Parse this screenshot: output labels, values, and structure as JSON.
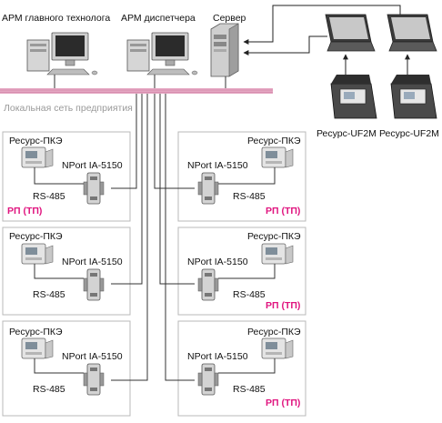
{
  "top": {
    "arm_chief_label": "АРМ главного технолога",
    "arm_dispatcher_label": "АРМ диспетчера",
    "server_label": "Сервер",
    "lan_label": "Локальная сеть предприятия",
    "uf2m_labels": [
      "Ресурс-UF2M",
      "Ресурс-UF2M"
    ]
  },
  "substations": [
    {
      "device": "Ресурс-ПКЭ",
      "nport": "NPort IA-5150",
      "rs485": "RS-485",
      "rp": "РП (ТП)"
    },
    {
      "device": "Ресурс-ПКЭ",
      "nport": "NPort IA-5150",
      "rs485": "RS-485",
      "rp": "РП (ТП)"
    },
    {
      "device": "Ресурс-ПКЭ",
      "nport": "NPort IA-5150",
      "rs485": "RS-485",
      "rp": "РП (ТП)"
    },
    {
      "device": "Ресурс-ПКЭ",
      "nport": "NPort IA-5150",
      "rs485": "RS-485",
      "rp": "РП (ТП)"
    },
    {
      "device": "Ресурс-ПКЭ",
      "nport": "NPort IA-5150",
      "rs485": "RS-485",
      "rp": "РП (ТП)"
    },
    {
      "device": "Ресурс-ПКЭ",
      "nport": "NPort IA-5150",
      "rs485": "RS-485",
      "rp": "РП (ТП)"
    }
  ],
  "colors": {
    "lan": "#e5a7c2",
    "rp": "#e0137e",
    "box_border": "#b8b8b8",
    "wire": "#333333"
  }
}
